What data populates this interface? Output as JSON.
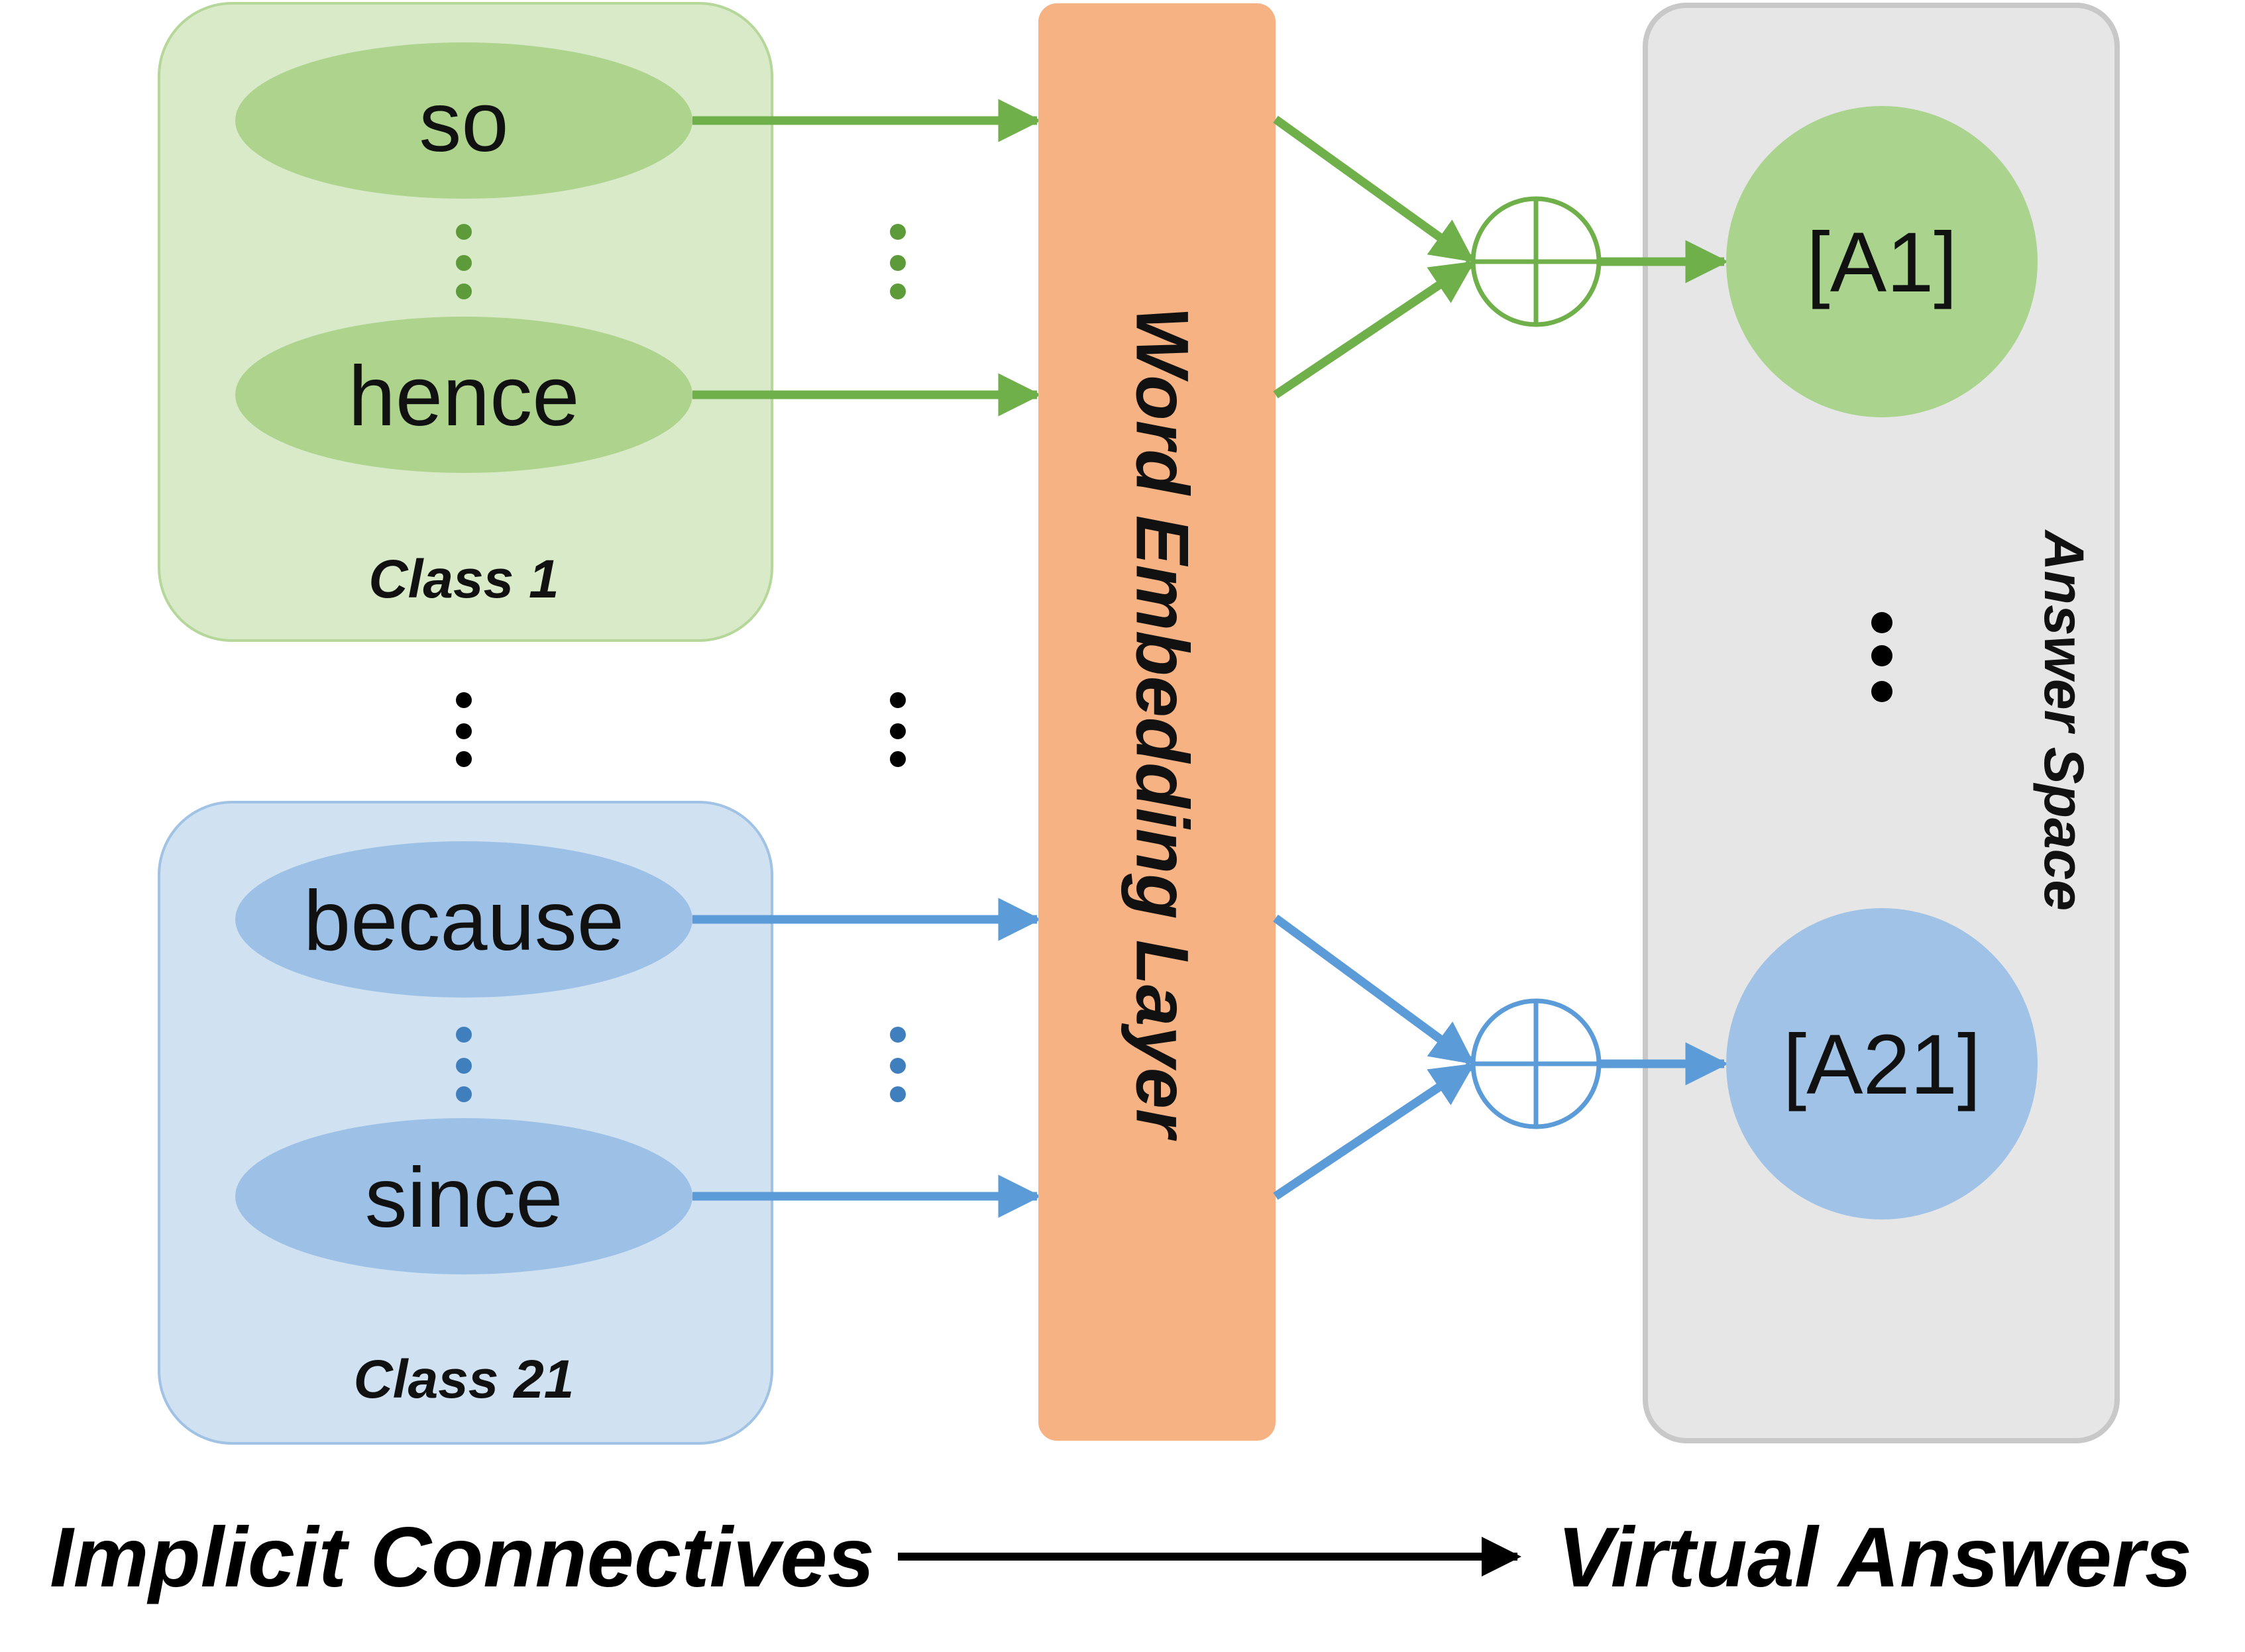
{
  "colors": {
    "green_box_fill": "#d9eac9",
    "green_box_stroke": "#b6d79a",
    "green_ellipse": "#add38d",
    "green_line": "#6fb04a",
    "green_dots": "#5d9a3a",
    "blue_box_fill": "#d0e1f1",
    "blue_box_stroke": "#9fc2e5",
    "blue_ellipse": "#9dc1e6",
    "blue_line": "#5b9bd8",
    "blue_dots": "#3f7fbe",
    "embedding_fill": "#f6b282",
    "answer_box_fill": "#e6e6e6",
    "answer_box_stroke": "#c8c8c8",
    "green_answer": "#aad38e",
    "blue_answer": "#9fc2e6",
    "black": "#000000"
  },
  "connectives": {
    "class_1": {
      "label": "Class 1",
      "words": [
        "so",
        "hence"
      ]
    },
    "class_21": {
      "label": "Class 21",
      "words": [
        "because",
        "since"
      ]
    }
  },
  "embedding_layer": {
    "label": "Word Embedding Layer"
  },
  "answer_space": {
    "label": "Answer Space",
    "answers": [
      "[A1]",
      "[A21]"
    ]
  },
  "footer": {
    "left_label": "Implicit Connectives",
    "right_label": "Virtual Answers"
  },
  "icons": {
    "sum_operator": "circle-plus-icon",
    "vertical_ellipsis": "vertical-ellipsis-icon",
    "arrow": "arrow-right-icon"
  }
}
